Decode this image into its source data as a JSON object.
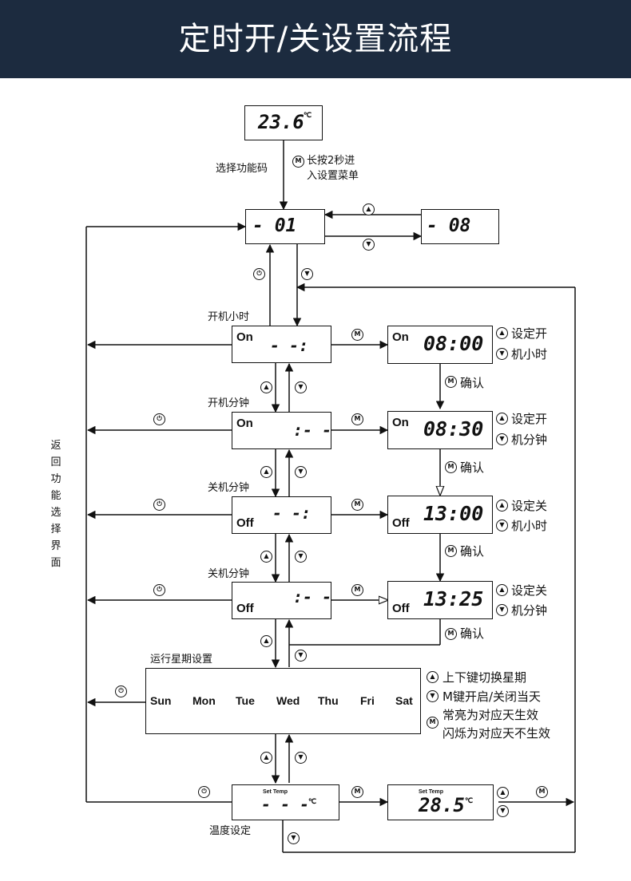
{
  "title": "定时开/关设置流程",
  "displays": {
    "home": "23.6",
    "home_unit": "℃",
    "code01": "- 01",
    "code08": "- 08",
    "on_hour_blank": "- -:",
    "on_hour_set": "08:00",
    "on_min_blank": ":- -",
    "on_min_set": "08:30",
    "off_hour_blank": "- -:",
    "off_hour_set": "13:00",
    "off_min_blank": ":- -",
    "off_min_set": "13:25",
    "settemp_blank": "- - -",
    "settemp_value": "28.5",
    "temp_unit": "℃"
  },
  "tags": {
    "on": "On",
    "off": "Off",
    "set_temp": "Set Temp"
  },
  "labels": {
    "select_code": "选择功能码",
    "long_press_1": "长按2秒进",
    "long_press_2": "入设置菜单",
    "on_hour": "开机小时",
    "on_min": "开机分钟",
    "off_hour": "关机分钟",
    "off_min": "关机分钟",
    "weekday_setting": "运行星期设置",
    "temp_setting": "温度设定",
    "confirm": "确认",
    "set_on_hour_1": "设定开",
    "set_on_hour_2": "机小时",
    "set_on_min_1": "设定开",
    "set_on_min_2": "机分钟",
    "set_off_hour_1": "设定关",
    "set_off_hour_2": "机小时",
    "set_off_min_1": "设定关",
    "set_off_min_2": "机分钟",
    "week_note_1": "上下键切换星期",
    "week_note_2": "M键开启/关闭当天",
    "week_note_3": "常亮为对应天生效",
    "week_note_4": "闪烁为对应天不生效",
    "return": "返回功能选择界面"
  },
  "days": [
    "Sun",
    "Mon",
    "Tue",
    "Wed",
    "Thu",
    "Fri",
    "Sat"
  ],
  "icons": {
    "up": "▲",
    "down": "▼",
    "mode": "M",
    "power": "⏻"
  },
  "colors": {
    "header_bg": "#1c2b3f",
    "header_text": "#ffffff",
    "line": "#111111"
  }
}
